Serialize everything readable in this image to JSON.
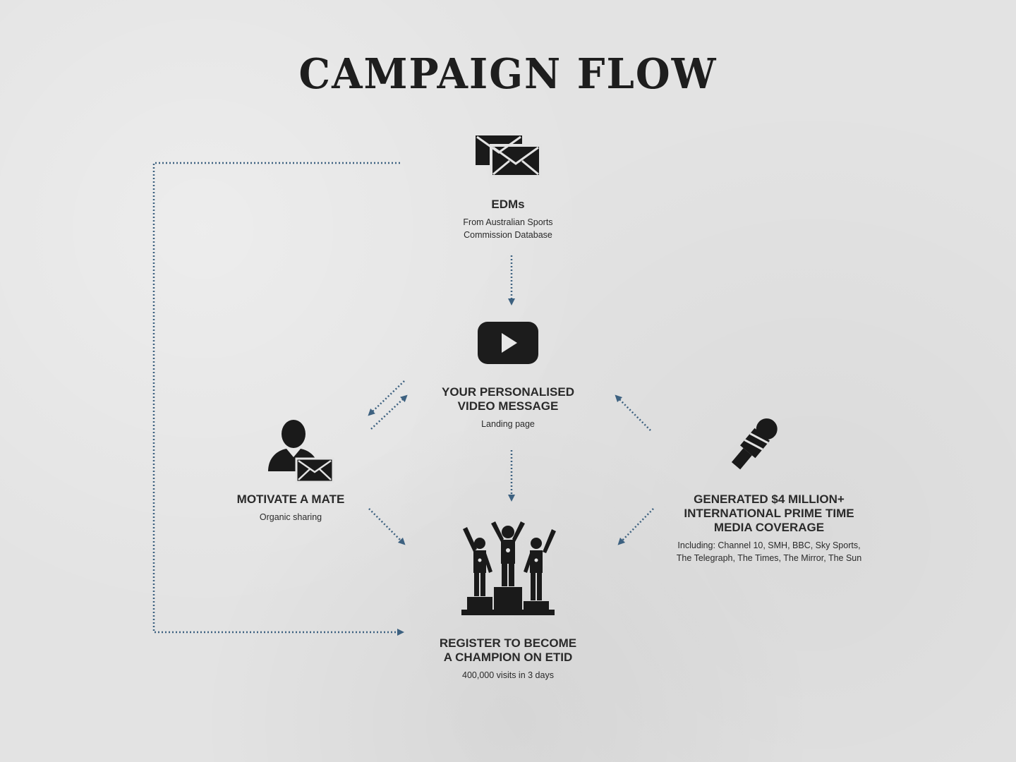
{
  "title": "CAMPAIGN FLOW",
  "nodes": {
    "edms": {
      "heading": "EDMs",
      "sub_line1": "From Australian Sports",
      "sub_line2": "Commission Database",
      "icon": "envelopes-icon"
    },
    "video": {
      "heading_line1": "YOUR PERSONALISED",
      "heading_line2": "VIDEO MESSAGE",
      "sub": "Landing page",
      "icon": "play-button-icon"
    },
    "mate": {
      "heading": "MOTIVATE A MATE",
      "sub": "Organic sharing",
      "icon": "person-with-envelope-icon"
    },
    "media": {
      "heading_line1": "GENERATED $4 MILLION+",
      "heading_line2": "INTERNATIONAL PRIME TIME",
      "heading_line3": "MEDIA COVERAGE",
      "sub_line1": "Including: Channel 10, SMH, BBC, Sky Sports,",
      "sub_line2": "The Telegraph, The Times, The Mirror, The Sun",
      "icon": "microphone-icon"
    },
    "register": {
      "heading_line1": "REGISTER TO BECOME",
      "heading_line2": "A CHAMPION ON ETID",
      "sub": "400,000 visits in 3 days",
      "icon": "podium-champions-icon"
    }
  },
  "colors": {
    "background": "#e3e3e3",
    "text": "#2a2a2a",
    "icon": "#1a1a1a",
    "connector": "#3d6180"
  }
}
